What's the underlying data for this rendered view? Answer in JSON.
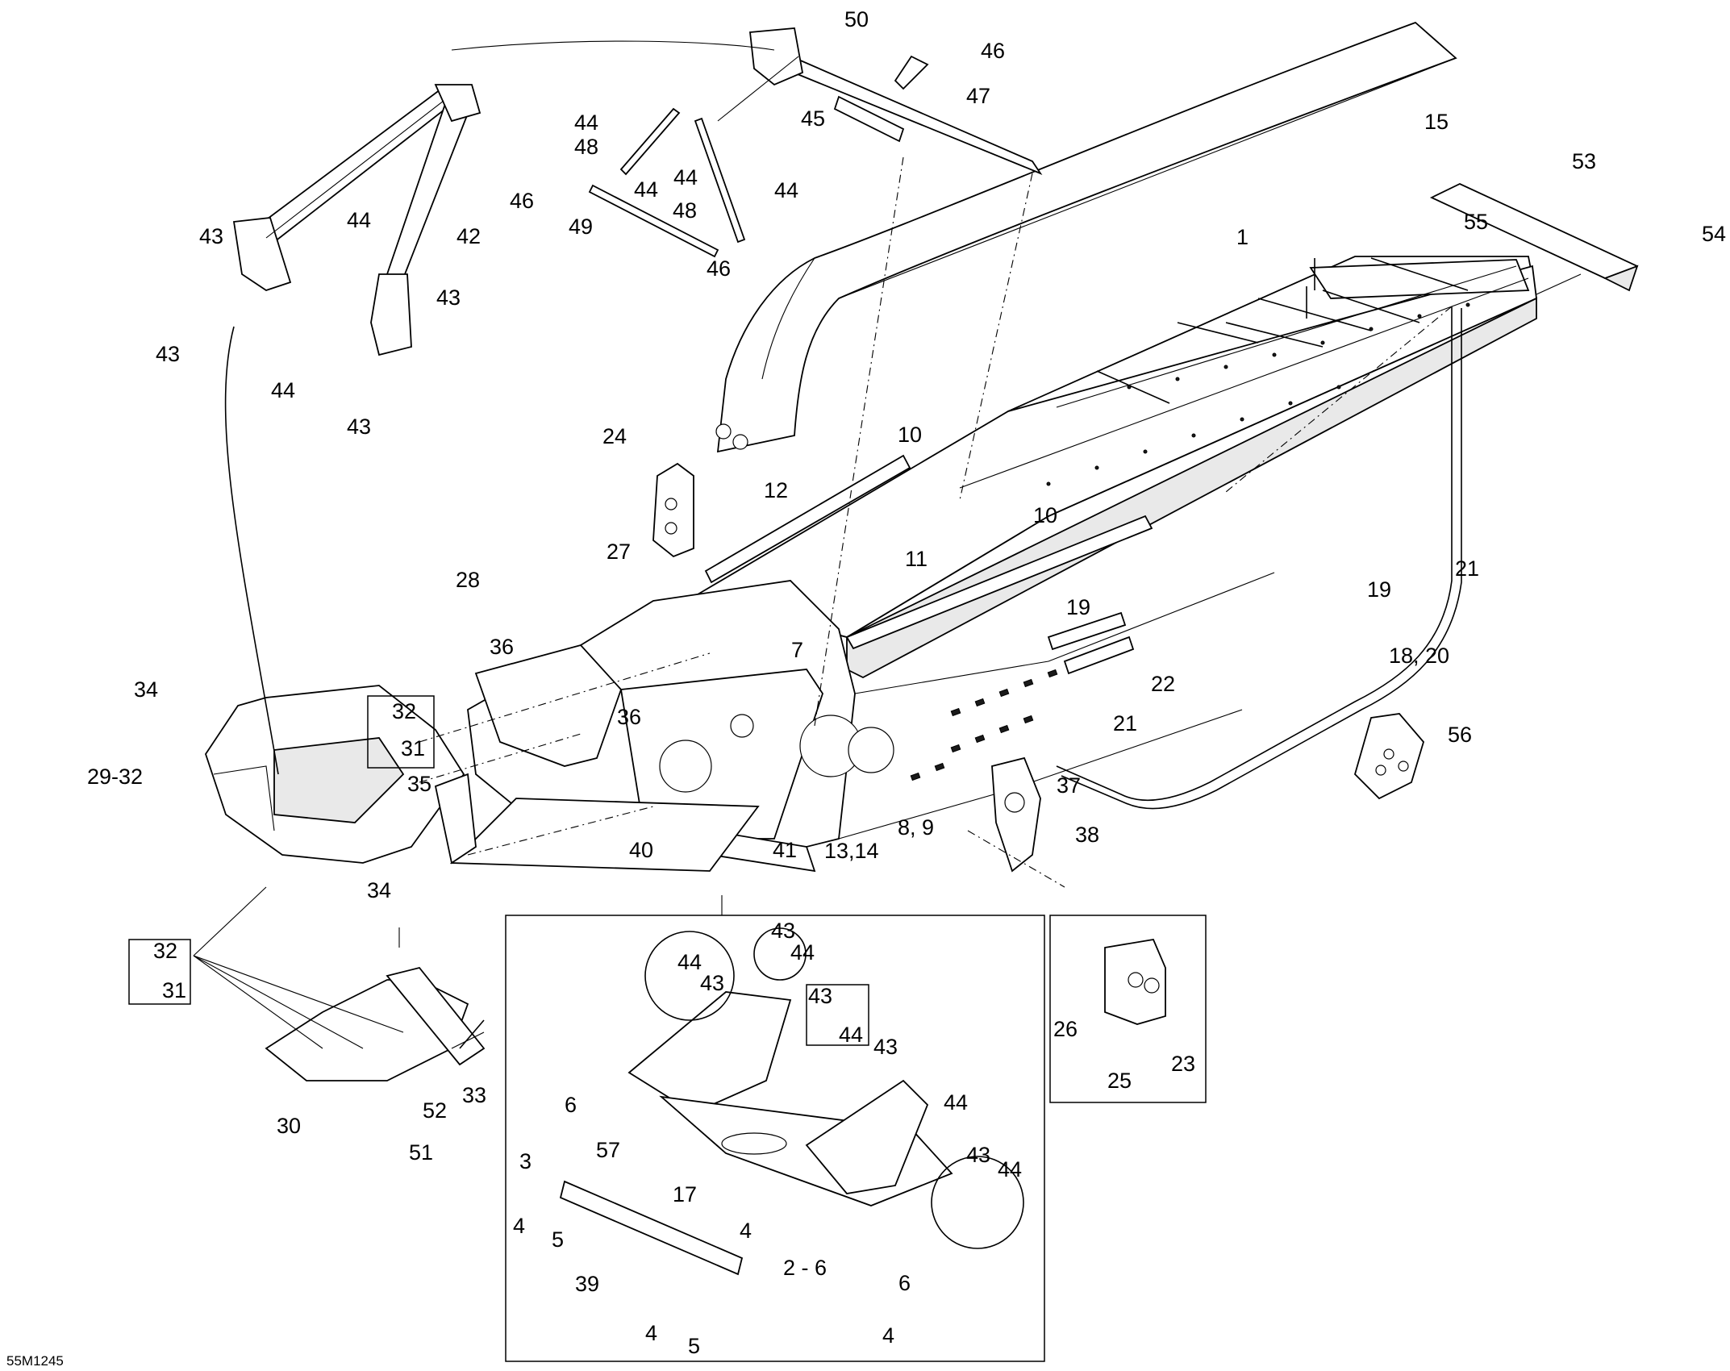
{
  "drawing_code": "55M1245",
  "callouts": [
    {
      "id": "c50",
      "text": "50"
    },
    {
      "id": "c46a",
      "text": "46"
    },
    {
      "id": "c47",
      "text": "47"
    },
    {
      "id": "c15",
      "text": "15"
    },
    {
      "id": "c44a",
      "text": "44"
    },
    {
      "id": "c48a",
      "text": "48"
    },
    {
      "id": "c45",
      "text": "45"
    },
    {
      "id": "c44b",
      "text": "44"
    },
    {
      "id": "c44c",
      "text": "44"
    },
    {
      "id": "c46b",
      "text": "46"
    },
    {
      "id": "c48b",
      "text": "48"
    },
    {
      "id": "c44d",
      "text": "44"
    },
    {
      "id": "c49",
      "text": "49"
    },
    {
      "id": "c46c",
      "text": "46"
    },
    {
      "id": "c53",
      "text": "53"
    },
    {
      "id": "c54",
      "text": "54"
    },
    {
      "id": "c55",
      "text": "55"
    },
    {
      "id": "c1",
      "text": "1"
    },
    {
      "id": "c44e",
      "text": "44"
    },
    {
      "id": "c43a",
      "text": "43"
    },
    {
      "id": "c42",
      "text": "42"
    },
    {
      "id": "c43b",
      "text": "43"
    },
    {
      "id": "c44f",
      "text": "44"
    },
    {
      "id": "c43c",
      "text": "43"
    },
    {
      "id": "c43d",
      "text": "43"
    },
    {
      "id": "c24",
      "text": "24"
    },
    {
      "id": "c10a",
      "text": "10"
    },
    {
      "id": "c12",
      "text": "12"
    },
    {
      "id": "c10b",
      "text": "10"
    },
    {
      "id": "c27",
      "text": "27"
    },
    {
      "id": "c28",
      "text": "28"
    },
    {
      "id": "c11",
      "text": "11"
    },
    {
      "id": "c19a",
      "text": "19"
    },
    {
      "id": "c19b",
      "text": "19"
    },
    {
      "id": "c21a",
      "text": "21"
    },
    {
      "id": "c18",
      "text": "18, 20"
    },
    {
      "id": "c7",
      "text": "7"
    },
    {
      "id": "c22",
      "text": "22"
    },
    {
      "id": "c36a",
      "text": "36"
    },
    {
      "id": "c34a",
      "text": "34"
    },
    {
      "id": "c32a",
      "text": "32"
    },
    {
      "id": "c31a",
      "text": "31"
    },
    {
      "id": "c21b",
      "text": "21"
    },
    {
      "id": "c56",
      "text": "56"
    },
    {
      "id": "c36b",
      "text": "36"
    },
    {
      "id": "c29",
      "text": "29-32"
    },
    {
      "id": "c35",
      "text": "35"
    },
    {
      "id": "c37",
      "text": "37"
    },
    {
      "id": "c38",
      "text": "38"
    },
    {
      "id": "c8",
      "text": "8, 9"
    },
    {
      "id": "c40",
      "text": "40"
    },
    {
      "id": "c41",
      "text": "41"
    },
    {
      "id": "c13",
      "text": "13,14"
    },
    {
      "id": "c34b",
      "text": "34"
    },
    {
      "id": "c32b",
      "text": "32"
    },
    {
      "id": "c31b",
      "text": "31"
    },
    {
      "id": "c43e",
      "text": "43"
    },
    {
      "id": "c44g",
      "text": "44"
    },
    {
      "id": "c44h",
      "text": "44"
    },
    {
      "id": "c43f",
      "text": "43"
    },
    {
      "id": "c43g",
      "text": "43"
    },
    {
      "id": "c44i",
      "text": "44"
    },
    {
      "id": "c43h",
      "text": "43"
    },
    {
      "id": "c44j",
      "text": "44"
    },
    {
      "id": "c26",
      "text": "26"
    },
    {
      "id": "c23",
      "text": "23"
    },
    {
      "id": "c25",
      "text": "25"
    },
    {
      "id": "c6a",
      "text": "6"
    },
    {
      "id": "c33",
      "text": "33"
    },
    {
      "id": "c52",
      "text": "52"
    },
    {
      "id": "c30",
      "text": "30"
    },
    {
      "id": "c51",
      "text": "51"
    },
    {
      "id": "c43i",
      "text": "43"
    },
    {
      "id": "c44k",
      "text": "44"
    },
    {
      "id": "c3",
      "text": "3"
    },
    {
      "id": "c57",
      "text": "57"
    },
    {
      "id": "c17",
      "text": "17"
    },
    {
      "id": "c4a",
      "text": "4"
    },
    {
      "id": "c4b",
      "text": "4"
    },
    {
      "id": "c5a",
      "text": "5"
    },
    {
      "id": "c2",
      "text": "2 - 6"
    },
    {
      "id": "c6b",
      "text": "6"
    },
    {
      "id": "c39",
      "text": "39"
    },
    {
      "id": "c4c",
      "text": "4"
    },
    {
      "id": "c5b",
      "text": "5"
    },
    {
      "id": "c4d",
      "text": "4"
    }
  ]
}
